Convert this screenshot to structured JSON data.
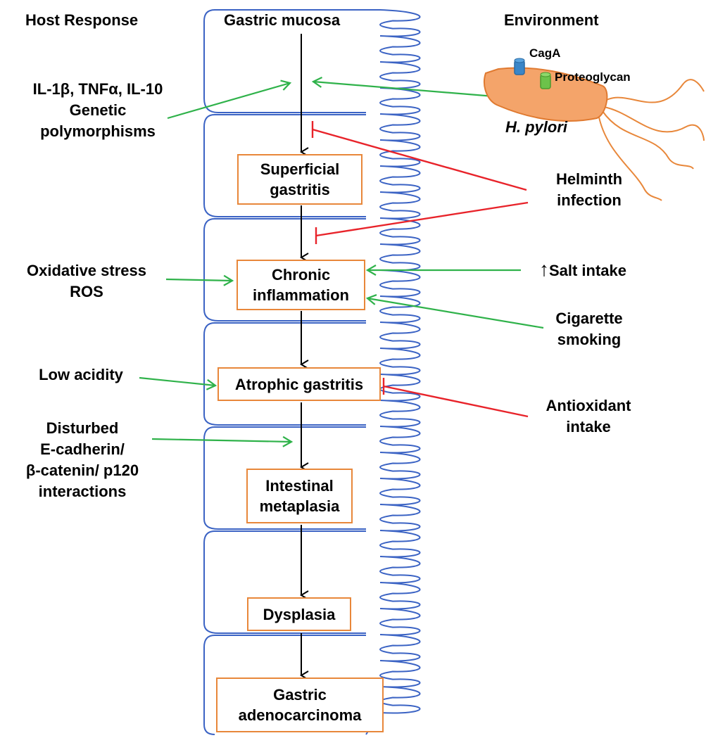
{
  "headers": {
    "host_response": "Host Response",
    "gastric_mucosa": "Gastric mucosa",
    "environment": "Environment"
  },
  "stages": [
    "Superficial gastritis",
    "Chronic inflammation",
    "Atrophic gastritis",
    "Intestinal metaplasia",
    "Dysplasia",
    "Gastric adenocarcinoma"
  ],
  "stage_lines": {
    "superficial": [
      "Superficial",
      "gastritis"
    ],
    "chronic": [
      "Chronic",
      "inflammation"
    ],
    "atrophic": [
      "Atrophic gastritis"
    ],
    "intestinal": [
      "Intestinal",
      "metaplasia"
    ],
    "dysplasia": [
      "Dysplasia"
    ],
    "adenocarcinoma": [
      "Gastric",
      "adenocarcinoma"
    ]
  },
  "host_factors": {
    "cytokines": [
      "IL-1β, TNFα, IL-10",
      "Genetic",
      "polymorphisms"
    ],
    "oxidative": [
      "Oxidative stress",
      "ROS"
    ],
    "acidity": [
      "Low acidity"
    ],
    "cadherin": [
      "Disturbed",
      "E-cadherin/",
      "β-catenin/ p120",
      "interactions"
    ]
  },
  "environment_factors": {
    "bacterium": "H. pylori",
    "caga": "CagA",
    "proteoglycan": "Proteoglycan",
    "helminth": [
      "Helminth",
      "infection"
    ],
    "salt_arrow": "↑",
    "salt": "Salt intake",
    "cigarette": [
      "Cigarette",
      "smoking"
    ],
    "antioxidant": [
      "Antioxidant",
      "intake"
    ]
  },
  "colors": {
    "promote": "#2fb24a",
    "inhibit": "#e8232a",
    "box_border": "#e8873a",
    "mucosa": "#3b63c4",
    "bacterium": "#f4a46a",
    "bacterium_outline": "#e07a30",
    "flagella": "#e8873a",
    "caga": "#3a86c8",
    "proteoglycan": "#6cc24a"
  }
}
